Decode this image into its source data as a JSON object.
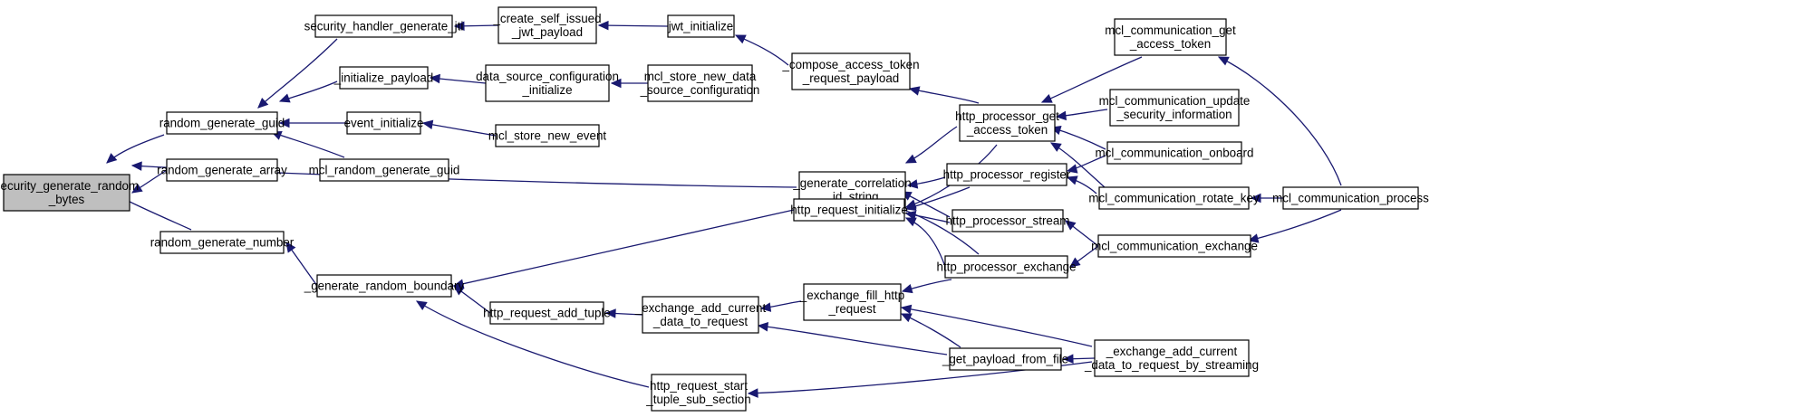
{
  "graph": {
    "nodes": [
      {
        "id": "security_generate_random_bytes",
        "lines": [
          "security_generate_random",
          "_bytes"
        ],
        "root": true
      },
      {
        "id": "random_generate_guid",
        "lines": [
          "random_generate_guid"
        ]
      },
      {
        "id": "random_generate_array",
        "lines": [
          "random_generate_array"
        ]
      },
      {
        "id": "random_generate_number",
        "lines": [
          "random_generate_number"
        ]
      },
      {
        "id": "security_handler_generate_jti",
        "lines": [
          "security_handler_generate_jti"
        ]
      },
      {
        "id": "_initialize_payload",
        "lines": [
          "_initialize_payload"
        ]
      },
      {
        "id": "event_initialize",
        "lines": [
          "event_initialize"
        ]
      },
      {
        "id": "mcl_random_generate_guid",
        "lines": [
          "mcl_random_generate_guid"
        ]
      },
      {
        "id": "_generate_random_boundary",
        "lines": [
          "_generate_random_boundary"
        ]
      },
      {
        "id": "_create_self_issued_jwt_payload",
        "lines": [
          "_create_self_issued",
          "_jwt_payload"
        ]
      },
      {
        "id": "data_source_configuration_initialize",
        "lines": [
          "data_source_configuration",
          "_initialize"
        ]
      },
      {
        "id": "mcl_store_new_event",
        "lines": [
          "mcl_store_new_event"
        ]
      },
      {
        "id": "http_request_add_tuple",
        "lines": [
          "http_request_add_tuple"
        ]
      },
      {
        "id": "http_request_start_tuple_sub_section",
        "lines": [
          "http_request_start",
          "_tuple_sub_section"
        ]
      },
      {
        "id": "jwt_initialize",
        "lines": [
          "jwt_initialize"
        ]
      },
      {
        "id": "mcl_store_new_data_source_configuration",
        "lines": [
          "mcl_store_new_data",
          "_source_configuration"
        ]
      },
      {
        "id": "_compose_access_token_request_payload",
        "lines": [
          "_compose_access_token",
          "_request_payload"
        ]
      },
      {
        "id": "_generate_correlation_id_string",
        "lines": [
          "_generate_correlation",
          "_id_string"
        ]
      },
      {
        "id": "http_request_initialize",
        "lines": [
          "http_request_initialize"
        ]
      },
      {
        "id": "_exchange_add_current_data_to_request",
        "lines": [
          "_exchange_add_current",
          "_data_to_request"
        ]
      },
      {
        "id": "_exchange_fill_http_request",
        "lines": [
          "_exchange_fill_http",
          "_request"
        ]
      },
      {
        "id": "http_processor_get_access_token",
        "lines": [
          "http_processor_get",
          "_access_token"
        ]
      },
      {
        "id": "http_processor_register",
        "lines": [
          "http_processor_register"
        ]
      },
      {
        "id": "http_processor_stream",
        "lines": [
          "http_processor_stream"
        ]
      },
      {
        "id": "http_processor_exchange",
        "lines": [
          "http_processor_exchange"
        ]
      },
      {
        "id": "_get_payload_from_file",
        "lines": [
          "_get_payload_from_file"
        ]
      },
      {
        "id": "mcl_communication_get_access_token",
        "lines": [
          "mcl_communication_get",
          "_access_token"
        ]
      },
      {
        "id": "mcl_communication_update_security_information",
        "lines": [
          "mcl_communication_update",
          "_security_information"
        ]
      },
      {
        "id": "mcl_communication_onboard",
        "lines": [
          "mcl_communication_onboard"
        ]
      },
      {
        "id": "mcl_communication_rotate_key",
        "lines": [
          "mcl_communication_rotate_key"
        ]
      },
      {
        "id": "mcl_communication_exchange",
        "lines": [
          "mcl_communication_exchange"
        ]
      },
      {
        "id": "_exchange_add_current_data_to_request_by_streaming",
        "lines": [
          "_exchange_add_current",
          "_data_to_request_by_streaming"
        ]
      },
      {
        "id": "mcl_communication_process",
        "lines": [
          "mcl_communication_process"
        ]
      }
    ],
    "edges": [
      [
        "random_generate_guid",
        "security_generate_random_bytes"
      ],
      [
        "random_generate_array",
        "security_generate_random_bytes"
      ],
      [
        "_generate_correlation_id_string",
        "security_generate_random_bytes"
      ],
      [
        "random_generate_number",
        "security_generate_random_bytes"
      ],
      [
        "security_handler_generate_jti",
        "random_generate_guid"
      ],
      [
        "_initialize_payload",
        "random_generate_guid"
      ],
      [
        "event_initialize",
        "random_generate_guid"
      ],
      [
        "mcl_random_generate_guid",
        "random_generate_guid"
      ],
      [
        "_generate_random_boundary",
        "random_generate_number"
      ],
      [
        "_create_self_issued_jwt_payload",
        "security_handler_generate_jti"
      ],
      [
        "jwt_initialize",
        "_create_self_issued_jwt_payload"
      ],
      [
        "_compose_access_token_request_payload",
        "jwt_initialize"
      ],
      [
        "http_processor_get_access_token",
        "_compose_access_token_request_payload"
      ],
      [
        "data_source_configuration_initialize",
        "_initialize_payload"
      ],
      [
        "mcl_store_new_data_source_configuration",
        "data_source_configuration_initialize"
      ],
      [
        "mcl_store_new_event",
        "event_initialize"
      ],
      [
        "http_request_initialize",
        "_generate_random_boundary"
      ],
      [
        "http_request_add_tuple",
        "_generate_random_boundary"
      ],
      [
        "http_request_start_tuple_sub_section",
        "_generate_random_boundary"
      ],
      [
        "_exchange_add_current_data_to_request",
        "http_request_add_tuple"
      ],
      [
        "_exchange_fill_http_request",
        "_exchange_add_current_data_to_request"
      ],
      [
        "_get_payload_from_file",
        "_exchange_add_current_data_to_request"
      ],
      [
        "_exchange_add_current_data_to_request_by_streaming",
        "http_request_start_tuple_sub_section"
      ],
      [
        "http_processor_get_access_token",
        "_generate_correlation_id_string"
      ],
      [
        "http_processor_register",
        "_generate_correlation_id_string"
      ],
      [
        "http_processor_stream",
        "_generate_correlation_id_string"
      ],
      [
        "http_processor_exchange",
        "_generate_correlation_id_string"
      ],
      [
        "http_processor_get_access_token",
        "http_request_initialize"
      ],
      [
        "http_processor_register",
        "http_request_initialize"
      ],
      [
        "http_processor_stream",
        "http_request_initialize"
      ],
      [
        "http_processor_exchange",
        "http_request_initialize"
      ],
      [
        "http_processor_exchange",
        "_exchange_fill_http_request"
      ],
      [
        "_get_payload_from_file",
        "_exchange_fill_http_request"
      ],
      [
        "_exchange_add_current_data_to_request_by_streaming",
        "_exchange_fill_http_request"
      ],
      [
        "_exchange_add_current_data_to_request_by_streaming",
        "_get_payload_from_file"
      ],
      [
        "mcl_communication_get_access_token",
        "http_processor_get_access_token"
      ],
      [
        "mcl_communication_update_security_information",
        "http_processor_get_access_token"
      ],
      [
        "mcl_communication_onboard",
        "http_processor_get_access_token"
      ],
      [
        "mcl_communication_rotate_key",
        "http_processor_get_access_token"
      ],
      [
        "mcl_communication_onboard",
        "http_processor_register"
      ],
      [
        "mcl_communication_rotate_key",
        "http_processor_register"
      ],
      [
        "mcl_communication_exchange",
        "http_processor_stream"
      ],
      [
        "mcl_communication_exchange",
        "http_processor_exchange"
      ],
      [
        "mcl_communication_process",
        "mcl_communication_get_access_token"
      ],
      [
        "mcl_communication_process",
        "mcl_communication_rotate_key"
      ],
      [
        "mcl_communication_process",
        "mcl_communication_exchange"
      ]
    ]
  }
}
